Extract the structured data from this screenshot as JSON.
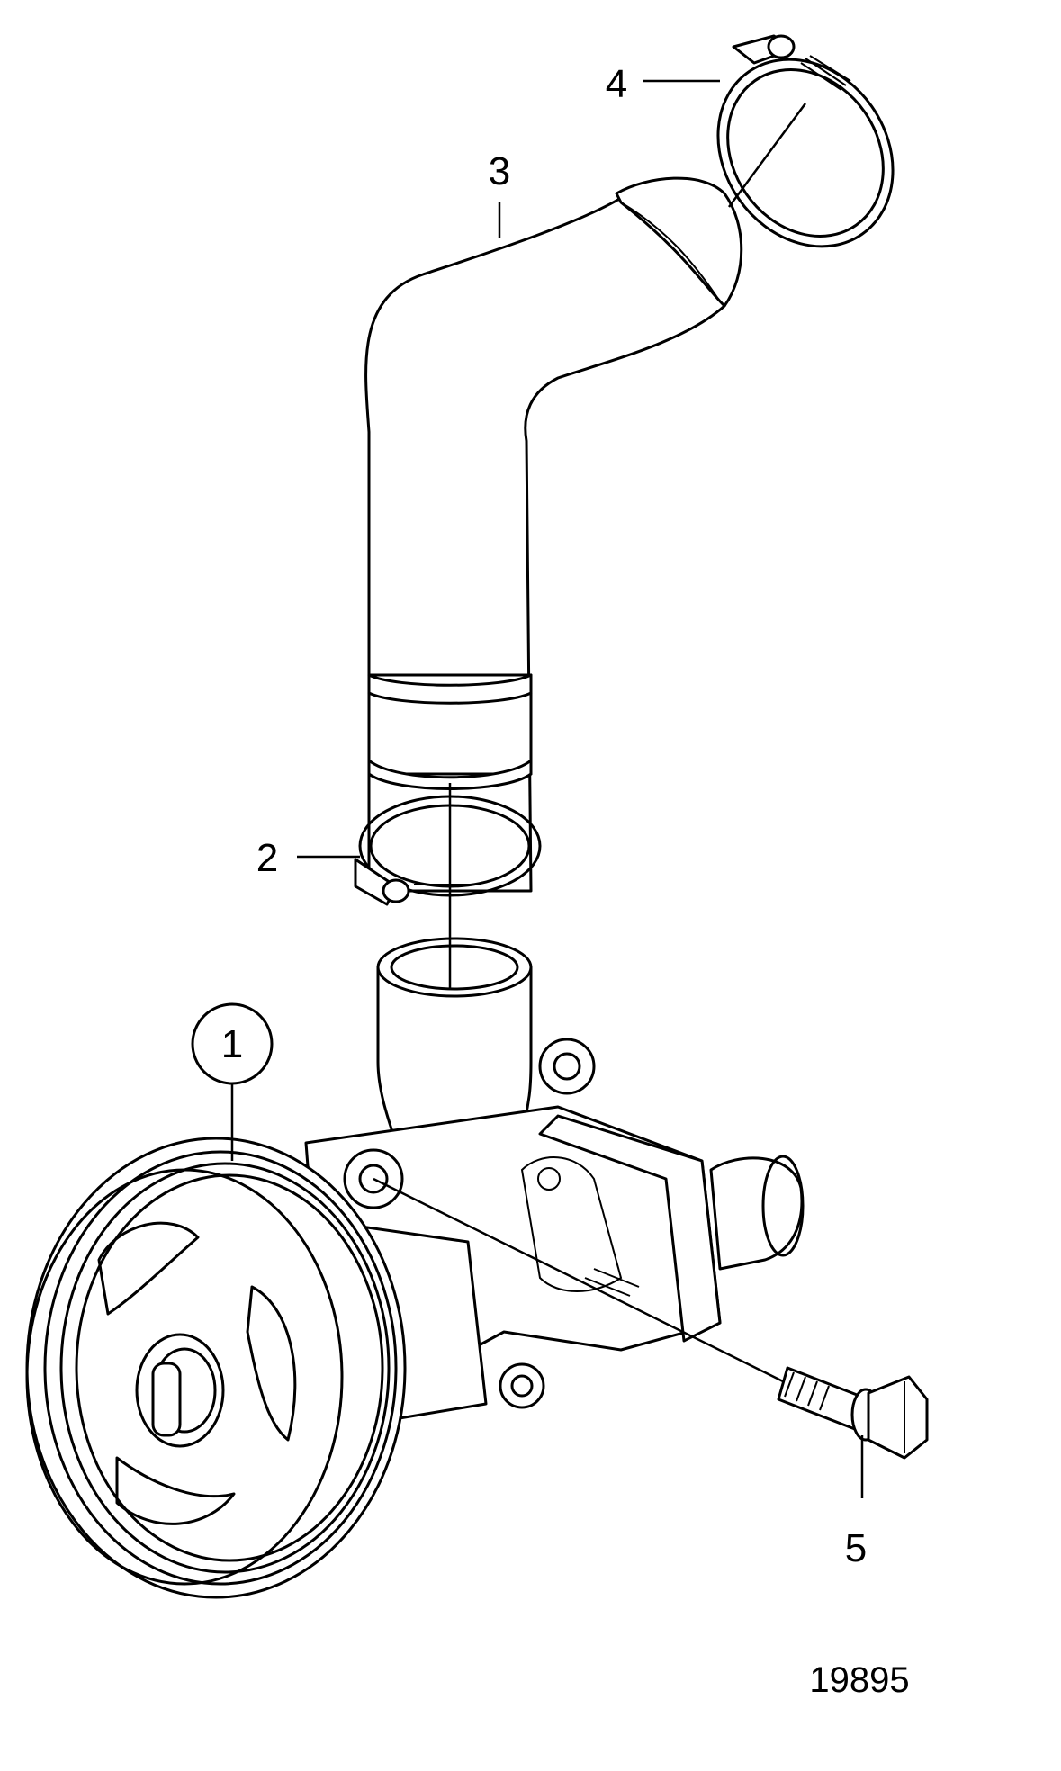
{
  "callouts": [
    {
      "id": "1",
      "label": "1"
    },
    {
      "id": "2",
      "label": "2"
    },
    {
      "id": "3",
      "label": "3"
    },
    {
      "id": "4",
      "label": "4"
    },
    {
      "id": "5",
      "label": "5"
    }
  ],
  "figure_number": "19895"
}
